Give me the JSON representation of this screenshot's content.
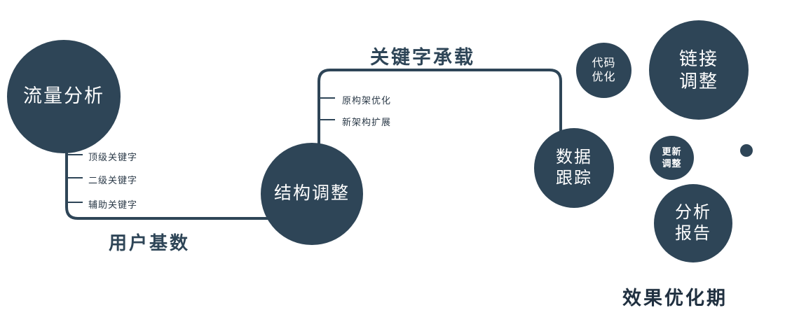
{
  "diagram": {
    "accent_color": "#2e4557",
    "nodes": {
      "traffic": {
        "label": "流量分析"
      },
      "structure": {
        "label": "结构调整"
      },
      "data_tracking": {
        "lines": [
          "数据",
          "跟踪"
        ]
      },
      "code_optimization": {
        "lines": [
          "代码",
          "优化"
        ]
      },
      "link_adjustment": {
        "lines": [
          "链接",
          "调整"
        ]
      },
      "update_adjustment": {
        "lines": [
          "更新",
          "调整"
        ]
      },
      "analysis_report": {
        "lines": [
          "分析",
          "报告"
        ]
      }
    },
    "edge_labels": {
      "user_base": "用户基数",
      "keyword_carry": "关键字承载"
    },
    "traffic_branches": [
      "顶级关键字",
      "二级关键字",
      "辅助关键字"
    ],
    "structure_branches": [
      "原构架优化",
      "新架构扩展"
    ],
    "footer": "效果优化期"
  }
}
